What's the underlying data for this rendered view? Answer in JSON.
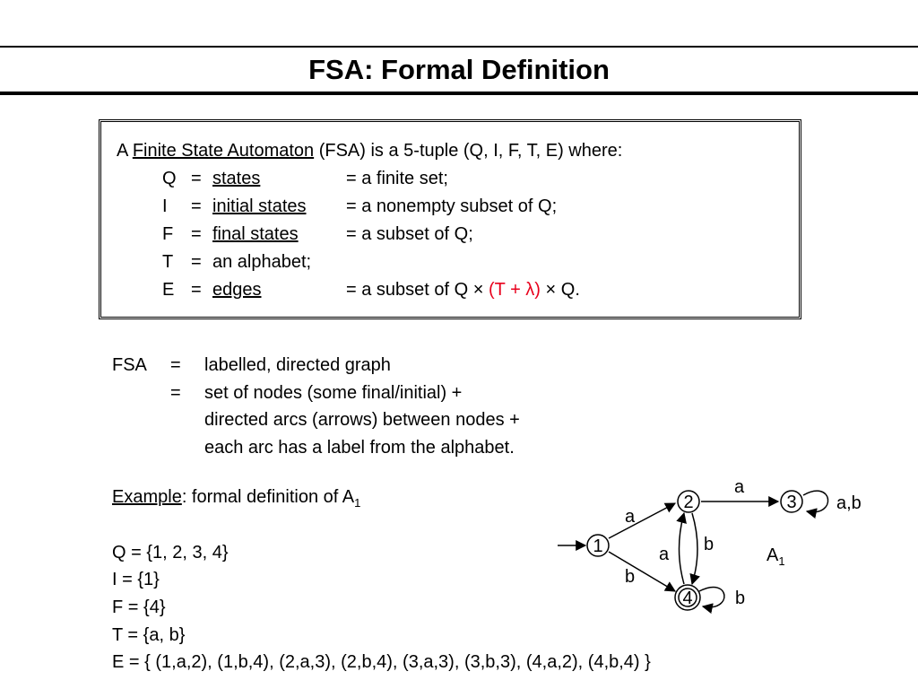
{
  "slide": {
    "title": "FSA: Formal Definition"
  },
  "definition": {
    "intro_prefix": "A",
    "intro_term": "Finite State Automaton",
    "intro_suffix": "(FSA) is a 5-tuple (Q, I, F, T, E) where:",
    "rows": [
      {
        "sym": "Q",
        "eq": "=",
        "name": "states",
        "desc": "= a finite set;"
      },
      {
        "sym": "I",
        "eq": "=",
        "name": "initial states",
        "desc": "= a nonempty subset of Q;"
      },
      {
        "sym": "F",
        "eq": "=",
        "name": "final states",
        "desc": "= a subset of Q;"
      },
      {
        "sym": "T",
        "eq": "=",
        "text": "an alphabet;"
      },
      {
        "sym": "E",
        "eq": "=",
        "name": "edges",
        "desc_pre": "= a subset of Q ×",
        "desc_red": "(T + λ)",
        "desc_post": "× Q."
      }
    ]
  },
  "graph_def": {
    "lhs": "FSA",
    "eq": "=",
    "lines": [
      "labelled, directed graph",
      "set of nodes (some final/initial) +",
      "directed arcs (arrows) between nodes +",
      "each arc has a label from the alphabet."
    ]
  },
  "example": {
    "heading_term": "Example",
    "heading_rest": ": formal definition of A",
    "heading_sub": "1",
    "lines": [
      "Q = {1, 2, 3, 4}",
      "I = {1}",
      "F = {4}",
      "T = {a, b}",
      "E = { (1,a,2), (1,b,4), (2,a,3), (2,b,4), (3,a,3), (3,b,3), (4,a,2), (4,b,4) }"
    ]
  },
  "automaton": {
    "name": "A",
    "name_sub": "1",
    "nodes": [
      {
        "label": "1",
        "initial": true,
        "final": false
      },
      {
        "label": "2",
        "initial": false,
        "final": false
      },
      {
        "label": "3",
        "initial": false,
        "final": false
      },
      {
        "label": "4",
        "initial": false,
        "final": true
      }
    ],
    "edge_labels": {
      "e_1_2": "a",
      "e_1_4": "b",
      "e_2_3": "a",
      "e_2_4": "b",
      "e_4_2": "a",
      "loop_3": "a,b",
      "loop_4": "b"
    }
  }
}
